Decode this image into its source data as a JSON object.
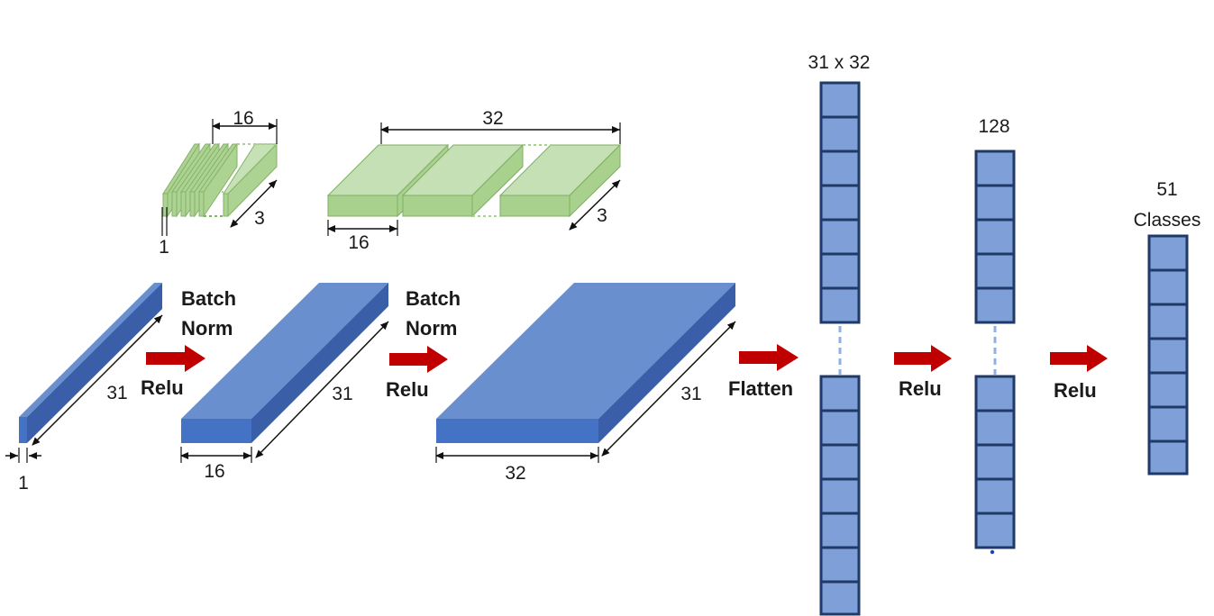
{
  "convolution_filters": [
    {
      "count_label": "16",
      "depth_label": "3",
      "width_label": "1"
    },
    {
      "count_label": "32",
      "depth_label": "3",
      "width_label": "16"
    }
  ],
  "feature_maps": [
    {
      "length_label": "31",
      "channels_label": "1"
    },
    {
      "length_label": "31",
      "channels_label": "16"
    },
    {
      "length_label": "31",
      "channels_label": "32"
    }
  ],
  "operations": [
    {
      "line1": "Batch",
      "line2": "Norm",
      "line3": "Relu"
    },
    {
      "line1": "Batch",
      "line2": "Norm",
      "line3": "Relu"
    },
    {
      "line1": "Flatten"
    },
    {
      "line1": "Relu"
    },
    {
      "line1": "Relu"
    }
  ],
  "dense_layers": [
    {
      "label": "31 x 32"
    },
    {
      "label": "128"
    },
    {
      "label_line1": "51",
      "label_line2": "Classes"
    }
  ],
  "colors": {
    "feature_map_top": "#6a8fcf",
    "feature_map_side": "#3a5fa8",
    "feature_map_front": "#4472c4",
    "filter_fill": "#a9d18e",
    "dense_cell": "#7f9fd9",
    "dense_border": "#1f3a66",
    "arrow": "#c00000"
  }
}
